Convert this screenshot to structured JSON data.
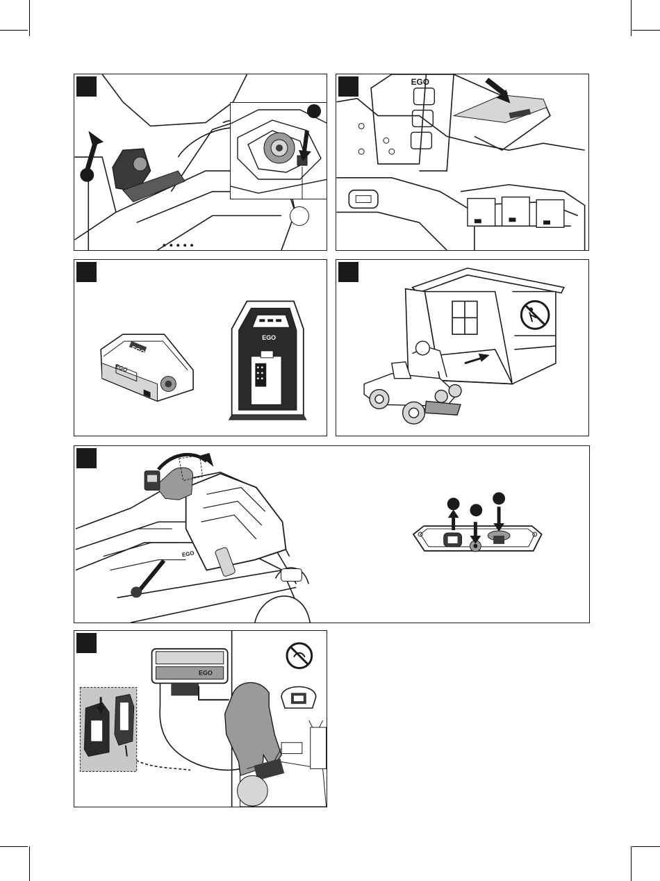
{
  "page": {
    "panels": [
      {
        "id": "battery-release"
      },
      {
        "id": "open-hood"
      },
      {
        "id": "battery-and-charger"
      },
      {
        "id": "storage-shed"
      },
      {
        "id": "seat-and-switches"
      },
      {
        "id": "wall-charger-connection"
      }
    ]
  },
  "brand": {
    "logo": "EGO"
  },
  "colors": {
    "line": "#1a1a1a",
    "panel_tag": "#1b1b1b",
    "dark_fill": "#3a3a3a",
    "mid_fill": "#9a9a9a",
    "light_fill": "#d6d6d6",
    "inset_bg": "#c8c8c8"
  },
  "icons": {
    "callout": "circle-callout",
    "arrow": "direction-arrow",
    "no_children": "no-children-prohibition-icon",
    "no_water": "no-water-prohibition-icon"
  }
}
